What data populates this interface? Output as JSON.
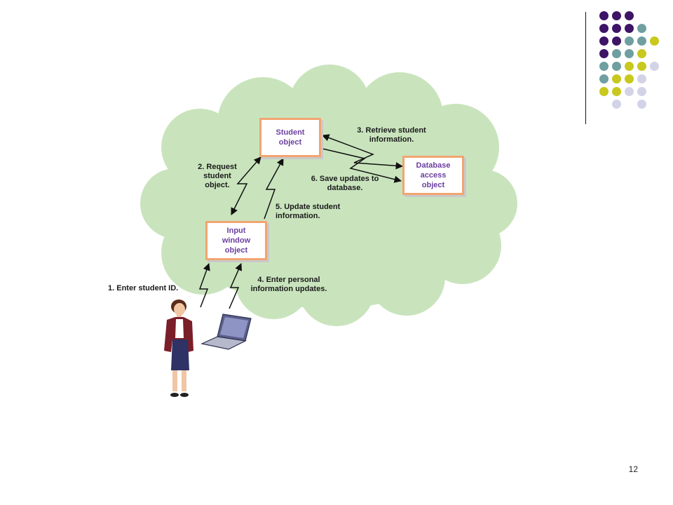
{
  "slide": {
    "page_number": "12",
    "colors": {
      "cloud": "#c9e4bd",
      "box_border": "#f2a571",
      "box_text": "#6b3fa0",
      "dark_purple": "#3d1466",
      "teal": "#6f9fa0",
      "olive_yellow": "#c8c81e",
      "lavender": "#d3d3e8"
    }
  },
  "decoration": {
    "dot_grid": [
      [
        "dark_purple",
        "dark_purple",
        "dark_purple",
        "",
        "",
        ""
      ],
      [
        "dark_purple",
        "dark_purple",
        "dark_purple",
        "teal",
        "",
        ""
      ],
      [
        "dark_purple",
        "dark_purple",
        "teal",
        "teal",
        "olive_yellow",
        ""
      ],
      [
        "dark_purple",
        "teal",
        "teal",
        "olive_yellow",
        "",
        ""
      ],
      [
        "teal",
        "teal",
        "olive_yellow",
        "olive_yellow",
        "lavender",
        ""
      ],
      [
        "teal",
        "olive_yellow",
        "olive_yellow",
        "lavender",
        "",
        ""
      ],
      [
        "olive_yellow",
        "olive_yellow",
        "lavender",
        "lavender",
        "",
        ""
      ],
      [
        "",
        "lavender",
        "",
        "lavender",
        "",
        ""
      ]
    ]
  },
  "diagram": {
    "objects": {
      "student_object": "Student\nobject",
      "database_access_object": "Database\naccess\nobject",
      "input_window_object": "Input\nwindow\nobject"
    },
    "steps": {
      "step1": "1. Enter student ID.",
      "step2": "2. Request\nstudent\nobject.",
      "step3": "3. Retrieve student\ninformation.",
      "step4": "4. Enter personal\ninformation updates.",
      "step5": "5.  Update student\ninformation.",
      "step6": "6. Save updates to\ndatabase."
    },
    "icons": {
      "user": "woman-figure",
      "device": "laptop"
    }
  }
}
